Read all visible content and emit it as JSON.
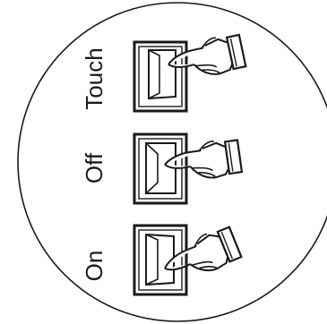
{
  "modes": [
    {
      "id": "touch",
      "label": "Touch",
      "rocker_state": "up"
    },
    {
      "id": "off",
      "label": "Off",
      "rocker_state": "middle"
    },
    {
      "id": "on",
      "label": "On",
      "rocker_state": "down"
    }
  ],
  "colors": {
    "line": "#1a1a1a",
    "background": "#ffffff"
  },
  "icons": [
    "pointing-hand-icon",
    "rocker-switch-icon"
  ]
}
